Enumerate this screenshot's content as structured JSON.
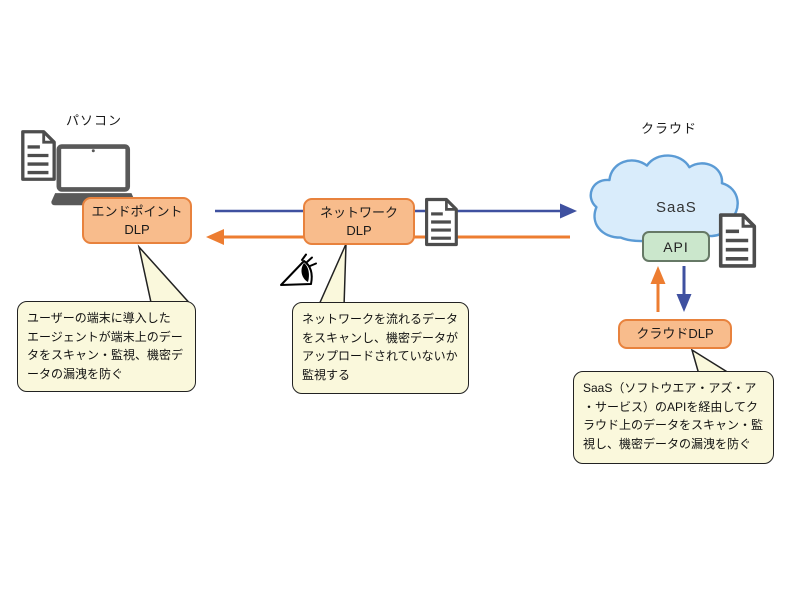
{
  "diagram": {
    "endpoint": {
      "device_label": "パソコン",
      "box_label": "エンドポイント\nDLP",
      "note": "ユーザーの端末に導入した\nエージェントが端末上のデー\nタをスキャン・監視、機密デ\nータの漏洩を防ぐ"
    },
    "network": {
      "box_label": "ネットワーク\nDLP",
      "note": "ネットワークを流れるデータ\nをスキャンし、機密データが\nアップロードされていないか\n監視する"
    },
    "cloud": {
      "area_label": "クラウド",
      "service_label": "SaaS",
      "api_label": "API",
      "box_label": "クラウドDLP",
      "note": "SaaS（ソフトウエア・アズ・ア\n・サービス）のAPIを経由してク\nラウド上のデータをスキャン・監\n視し、機密データの漏洩を防ぐ"
    },
    "icons": {
      "pc_document": "document-icon",
      "pc": "laptop-icon",
      "network_document": "document-icon",
      "monitoring": "eye-icon",
      "cloud_shape": "cloud-icon",
      "cloud_document": "document-icon"
    },
    "colors": {
      "upload_arrow_blue": "#3F51A0",
      "download_arrow_orange": "#ED7D31",
      "dlp_box_fill": "#F8BC8C",
      "dlp_box_border": "#E8823D",
      "note_fill": "#FAF8DC",
      "cloud_fill": "#D9ECFB",
      "cloud_border": "#5B9BD5",
      "api_fill": "#CBE7CC",
      "device_gray": "#595959"
    }
  }
}
